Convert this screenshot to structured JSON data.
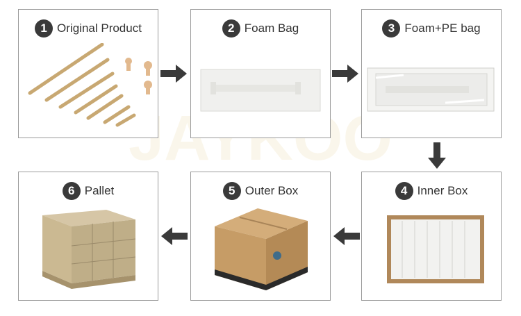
{
  "watermark": "JAYKOO",
  "steps": [
    {
      "num": "1",
      "label": "Original Product"
    },
    {
      "num": "2",
      "label": "Foam Bag"
    },
    {
      "num": "3",
      "label": "Foam+PE bag"
    },
    {
      "num": "4",
      "label": "Inner Box"
    },
    {
      "num": "5",
      "label": "Outer Box"
    },
    {
      "num": "6",
      "label": "Pallet"
    }
  ],
  "colors": {
    "border": "#9a9a9a",
    "arrow": "#3a3a3a",
    "badge": "#3a3a3a",
    "brass": "#c8a872",
    "cardboard": "#c69c66",
    "foam": "#f0f0ee",
    "watermark": "#d9b24a"
  },
  "icons": [
    "right-arrow-icon",
    "down-arrow-icon",
    "left-arrow-icon"
  ]
}
